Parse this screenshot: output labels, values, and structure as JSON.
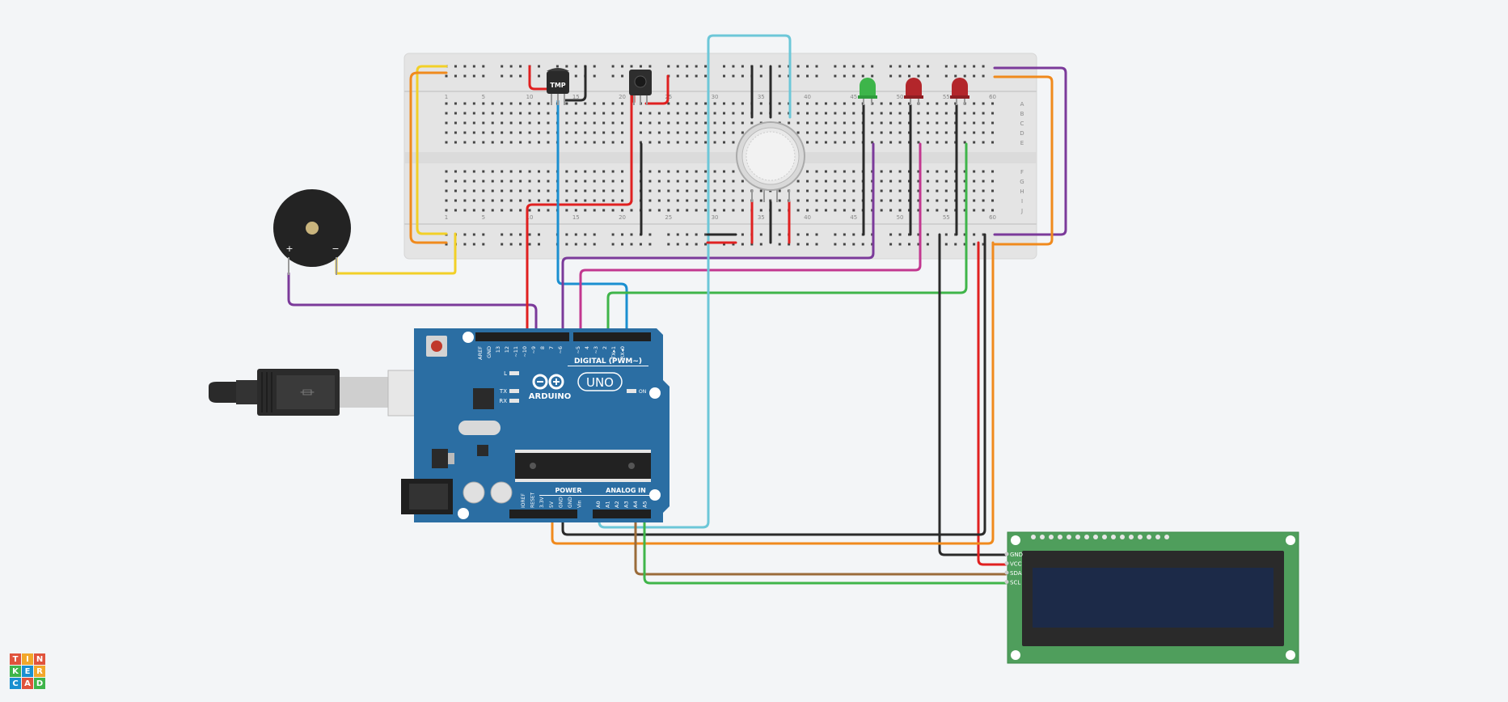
{
  "app": {
    "logo_letters": [
      "T",
      "I",
      "N",
      "K",
      "E",
      "R",
      "C",
      "A",
      "D"
    ]
  },
  "colors": {
    "background": "#f3f5f7",
    "breadboard": "#e4e4e4",
    "arduino_blue": "#2b6ea3",
    "lcd_green": "#4f9e5c",
    "lcd_screen": "#1c2a48",
    "wire_red": "#e02020",
    "wire_black": "#2a2a2a",
    "wire_yellow": "#f2d027",
    "wire_orange": "#f08a1d",
    "wire_purple": "#7b3a9a",
    "wire_magenta": "#c2378f",
    "wire_blue": "#1a8fd0",
    "wire_cyan": "#6cc7d8",
    "wire_green": "#3fb54a",
    "wire_brown": "#9a6b3a"
  },
  "breadboard": {
    "column_numbers": [
      "1",
      "5",
      "10",
      "15",
      "20",
      "25",
      "30",
      "35",
      "40",
      "45",
      "50",
      "55",
      "60"
    ],
    "row_letters_top": [
      "A",
      "B",
      "C",
      "D",
      "E"
    ],
    "row_letters_bottom": [
      "F",
      "G",
      "H",
      "I",
      "J"
    ]
  },
  "components": {
    "temp_sensor_label": "TMP",
    "buzzer_plus": "+",
    "buzzer_minus": "−"
  },
  "arduino": {
    "brand": "ARDUINO",
    "model": "UNO",
    "digital_label": "DIGITAL (PWM~)",
    "power_label": "POWER",
    "analog_label": "ANALOG IN",
    "on_label": "ON",
    "led_l": "L",
    "led_tx": "TX",
    "led_rx": "RX",
    "digital_pins": [
      "AREF",
      "GND",
      "13",
      "12",
      "~11",
      "~10",
      "~9",
      "8",
      "7",
      "~6",
      "~5",
      "4",
      "~3",
      "2",
      "TX▸1",
      "RX◂0"
    ],
    "power_pins": [
      "IOREF",
      "RESET",
      "3.3V",
      "5V",
      "GND",
      "GND",
      "Vin"
    ],
    "analog_pins": [
      "A0",
      "A1",
      "A2",
      "A3",
      "A4",
      "A5"
    ]
  },
  "lcd": {
    "pins": [
      "GND",
      "VCC",
      "SDA",
      "SCL"
    ]
  }
}
